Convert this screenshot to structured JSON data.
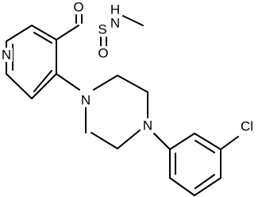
{
  "atoms": {
    "pyridine_n": "N",
    "sulfonyl_o_top": "O",
    "sulfonyl_o_bottom": "O",
    "sulfur": "S",
    "sulfonamide_nh": "H",
    "sulfonamide_n": "N",
    "piperazine_n_top": "N",
    "piperazine_n_bottom": "N",
    "chlorine": "Cl"
  }
}
